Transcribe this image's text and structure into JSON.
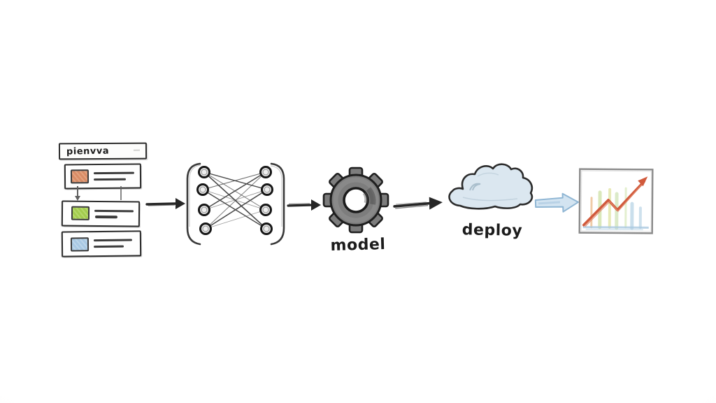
{
  "scene": {
    "description": "Hand-drawn machine learning pipeline sketch on a white background",
    "stages": [
      "data",
      "network",
      "model",
      "deploy",
      "results"
    ]
  },
  "data_panel": {
    "header_label": "pienvva",
    "rows": [
      {
        "thumb_color": "#d98c66"
      },
      {
        "thumb_color": "#a3cc4e"
      },
      {
        "thumb_color": "#a9c9e4"
      }
    ]
  },
  "network": {
    "left_nodes": 4,
    "right_nodes": 4
  },
  "model_stage": {
    "label": "model"
  },
  "deploy_stage": {
    "label": "deploy"
  },
  "results_chart": {
    "type": "line",
    "trend": "rising zigzag line ending in an arrowhead",
    "trend_color": "#d15a3c",
    "bar_colors": [
      "#ecbf92",
      "#cbdf9f",
      "#dfe3a0",
      "#b9d4e6"
    ],
    "baseline_color": "#a9c9e0"
  },
  "arrows": [
    {
      "style": "sketch-black",
      "from": "data",
      "to": "network",
      "color": "#262626"
    },
    {
      "style": "sketch-black",
      "from": "network",
      "to": "model",
      "color": "#262626"
    },
    {
      "style": "sketch-black",
      "from": "model",
      "to": "deploy",
      "color": "#262626"
    },
    {
      "style": "block-blue",
      "from": "deploy",
      "to": "results",
      "fill": "#d3e4f1",
      "stroke": "#8fb6d4"
    }
  ],
  "colors": {
    "ink": "#2a2a2a",
    "gear_fill": "#7d7d7d",
    "cloud_fill": "#dbe7f0"
  }
}
